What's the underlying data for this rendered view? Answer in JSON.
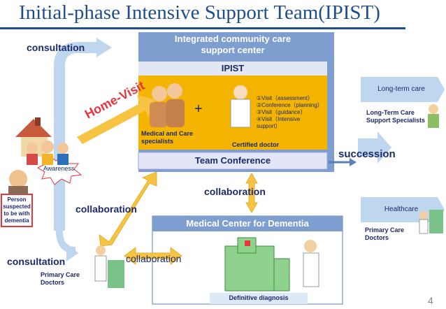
{
  "title": "Initial-phase Intensive Support Team(IPIST)",
  "page_number": "4",
  "community_center": {
    "title_line1": "Integrated community care",
    "title_line2": "support center",
    "ipist_label": "IPIST",
    "staff_label": "Medical and Care specialists",
    "plus": "+",
    "doctor_label": "Certified doctor",
    "steps": [
      "①Visit（assessment）",
      "②Conference（planning）",
      "③Visit（guidance）",
      "④Visit（Intensive",
      "support）"
    ],
    "conference_label": "Team Conference"
  },
  "home_visit_label": "Home-Visit",
  "awareness_label": "Awareness",
  "person_label": "Person suspected to be with dementia",
  "consultation_top": "consultation",
  "consultation_bottom": "consultation",
  "collaboration_left": "collaboration",
  "collaboration_center": "collaboration",
  "collaboration_bottom": "collaboration",
  "succession_label": "succession",
  "long_term_care": {
    "label": "Long-term care",
    "specialists": "Long-Term Care Support Specialists"
  },
  "healthcare": {
    "label": "Healthcare",
    "doctors": "Primary Care Doctors"
  },
  "primary_care_bottom": "Primary Care Doctors",
  "dementia_center": {
    "title": "Medical Center for Dementia",
    "diagnosis": "Definitive diagnosis"
  },
  "colors": {
    "title_blue": "#1f4e8c",
    "box_blue": "#5b7fb6",
    "ipist_gold": "#f4b400",
    "arrow_gold": "#f6c342",
    "person_red": "#e8343c"
  }
}
